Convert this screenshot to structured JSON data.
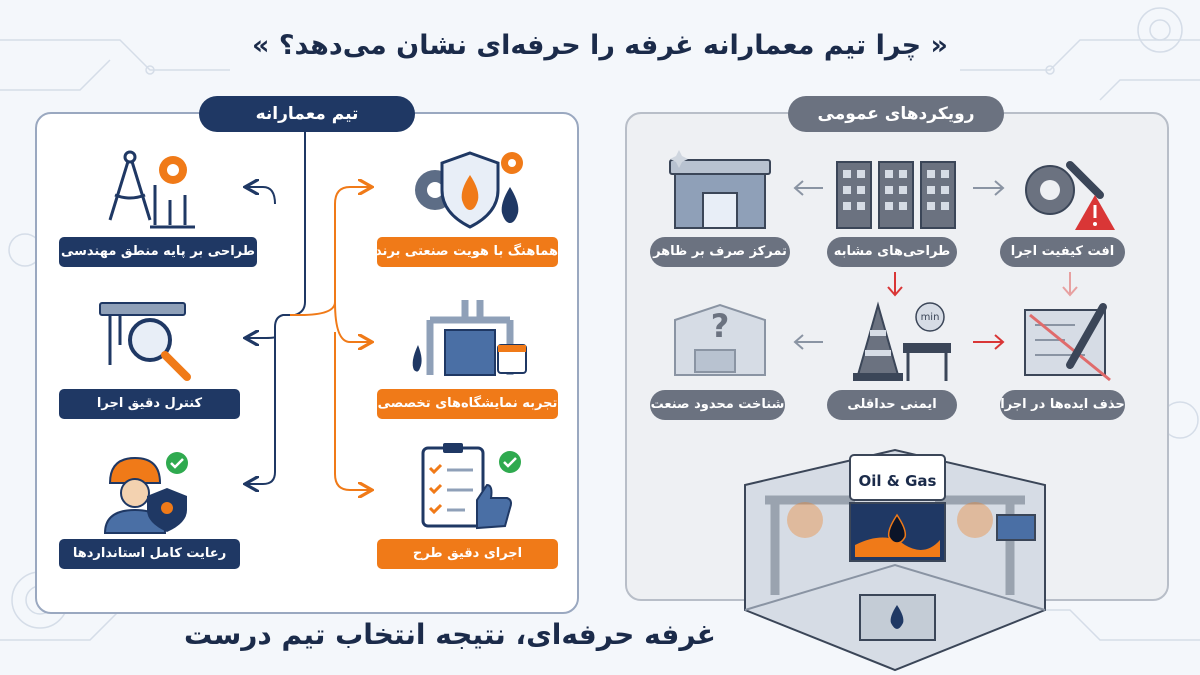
{
  "title": "« چرا تیم معمارانه غرفه را حرفه‌ای نشان می‌دهد؟ »",
  "left_panel": {
    "heading": "تیم معمارانه",
    "items": [
      {
        "label": "طراحی بر پایه منطق مهندسی"
      },
      {
        "label": "هماهنگ با هویت صنعتی برند"
      },
      {
        "label": "کنترل دقیق اجرا"
      },
      {
        "label": "تجربه نمایشگاه‌های تخصصی"
      },
      {
        "label": "رعایت کامل استانداردها"
      },
      {
        "label": "اجرای دقیق طرح"
      }
    ]
  },
  "right_panel": {
    "heading": "رویکردهای عمومی",
    "items": [
      {
        "label": "تمرکز صرف بر ظاهر"
      },
      {
        "label": "طراحی‌های مشابه"
      },
      {
        "label": "افت کیفیت اجرا"
      },
      {
        "label": "شناخت محدود صنعت"
      },
      {
        "label": "ایمنی حداقلی"
      },
      {
        "label": "حذف ایده‌ها در اجرا"
      }
    ],
    "min_badge": "min",
    "booth_sign": "Oil & Gas"
  },
  "bottom_text": "غرفه حرفه‌ای، نتیجه انتخاب تیم درست",
  "colors": {
    "navy": "#1f3864",
    "orange": "#f07a18",
    "gray": "#6b7280",
    "red": "#d93636",
    "green": "#2faa4f"
  }
}
